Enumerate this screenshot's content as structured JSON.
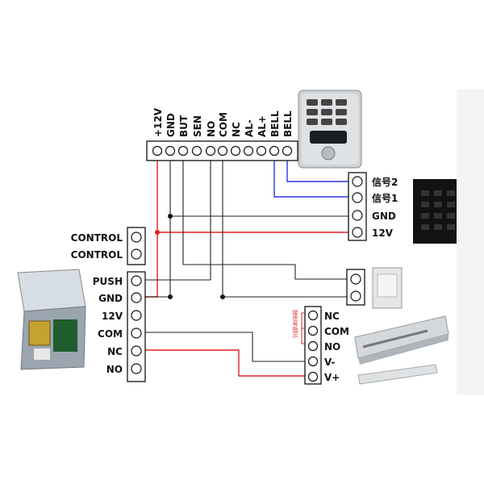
{
  "main_terminal": {
    "labels": [
      "+12V",
      "GND",
      "BUT",
      "SEN",
      "NO",
      "COM",
      "NC",
      "AL-",
      "AL+",
      "BELL",
      "BELL"
    ]
  },
  "reader_terminal": {
    "labels": [
      "信号2",
      "信号1",
      "GND",
      "12V"
    ]
  },
  "control_terminal": {
    "labels": [
      "CONTROL",
      "CONTROL"
    ]
  },
  "power_terminal": {
    "labels": [
      "PUSH",
      "GND",
      "12V",
      "COM",
      "NC",
      "NO"
    ]
  },
  "lock_terminal": {
    "labels": [
      "NC",
      "COM",
      "NO",
      "V-",
      "V+"
    ],
    "side_note": "接信号指示"
  },
  "colors": {
    "power_wire": "#e02020",
    "signal_wire": "#2a35d8",
    "ground_wire": "#222222"
  }
}
